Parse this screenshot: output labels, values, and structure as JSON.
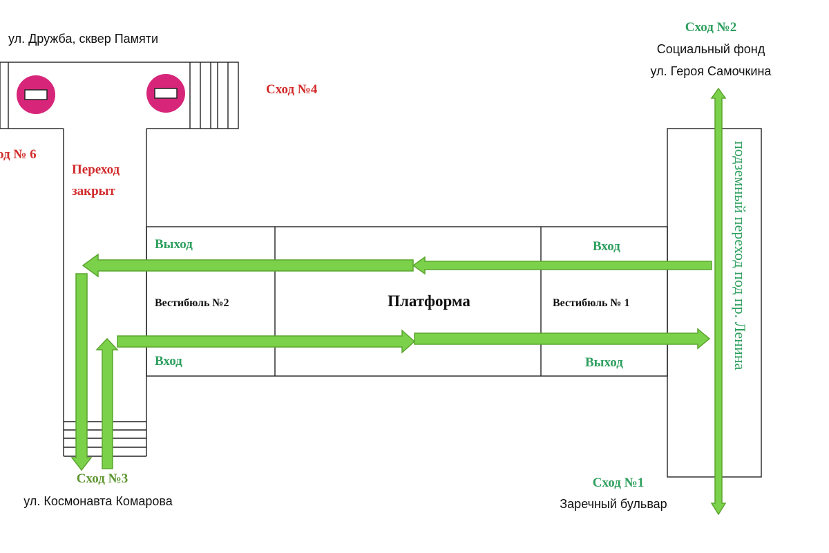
{
  "colors": {
    "red_label": "#d22b2b",
    "green_label": "#2e9f5e",
    "olive_label": "#5e9630",
    "arrow_fill": "#7cd14a",
    "no_entry": "#d7267a"
  },
  "top_left_street": "ул. Дружба, сквер Памяти",
  "exit_2": {
    "label": "Сход №2",
    "line1": "Социальный фонд",
    "line2": "ул. Героя Самочкина"
  },
  "exit_4": {
    "label": "Сход №4"
  },
  "exit_6": {
    "label": "од № 6"
  },
  "closed_passage": {
    "line1": "Переход",
    "line2": "закрыт"
  },
  "vestibule_2": {
    "name": "Вестибюль №2",
    "exit_label": "Выход",
    "entrance_label": "Вход"
  },
  "platform": {
    "label": "Платформа"
  },
  "vestibule_1": {
    "name": "Вестибюль № 1",
    "entrance_label": "Вход",
    "exit_label": "Выход"
  },
  "underpass": {
    "label": "подземный переход под пр. Ленина"
  },
  "exit_3": {
    "label": "Сход №3",
    "street": "ул. Космонавта Комарова"
  },
  "exit_1": {
    "label": "Сход №1",
    "street": "Заречный бульвар"
  },
  "icons": [
    "no-entry-icon",
    "no-entry-icon"
  ]
}
